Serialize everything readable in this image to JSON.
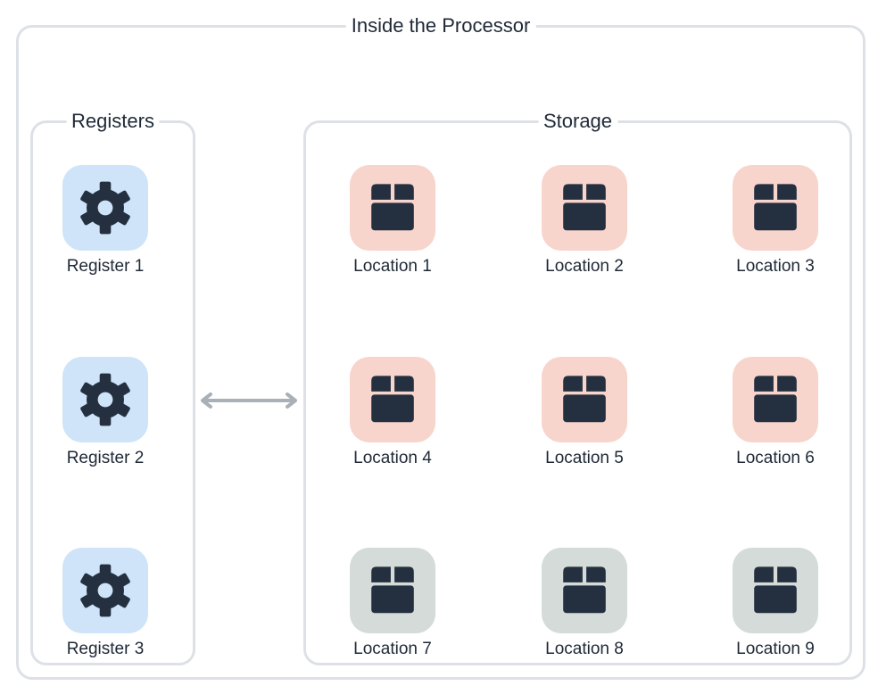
{
  "diagram": {
    "title": "Inside the Processor",
    "registers": {
      "title": "Registers",
      "items": [
        {
          "label": "Register 1",
          "icon": "gear-icon"
        },
        {
          "label": "Register 2",
          "icon": "gear-icon"
        },
        {
          "label": "Register 3",
          "icon": "gear-icon"
        }
      ]
    },
    "storage": {
      "title": "Storage",
      "items": [
        {
          "label": "Location 1",
          "icon": "box-icon",
          "tile_color": "#f8d5cc"
        },
        {
          "label": "Location 2",
          "icon": "box-icon",
          "tile_color": "#f8d5cc"
        },
        {
          "label": "Location 3",
          "icon": "box-icon",
          "tile_color": "#f8d5cc"
        },
        {
          "label": "Location 4",
          "icon": "box-icon",
          "tile_color": "#f8d5cc"
        },
        {
          "label": "Location 5",
          "icon": "box-icon",
          "tile_color": "#f8d5cc"
        },
        {
          "label": "Location 6",
          "icon": "box-icon",
          "tile_color": "#f8d5cc"
        },
        {
          "label": "Location 7",
          "icon": "box-icon",
          "tile_color": "#d4dbd8"
        },
        {
          "label": "Location 8",
          "icon": "box-icon",
          "tile_color": "#d4dbd8"
        },
        {
          "label": "Location 9",
          "icon": "box-icon",
          "tile_color": "#d4dbd8"
        }
      ]
    },
    "colors": {
      "border": "#dde1e6",
      "register_tile": "#cfe4f8",
      "icon": "#243040",
      "arrow": "#a9b0b7"
    }
  }
}
